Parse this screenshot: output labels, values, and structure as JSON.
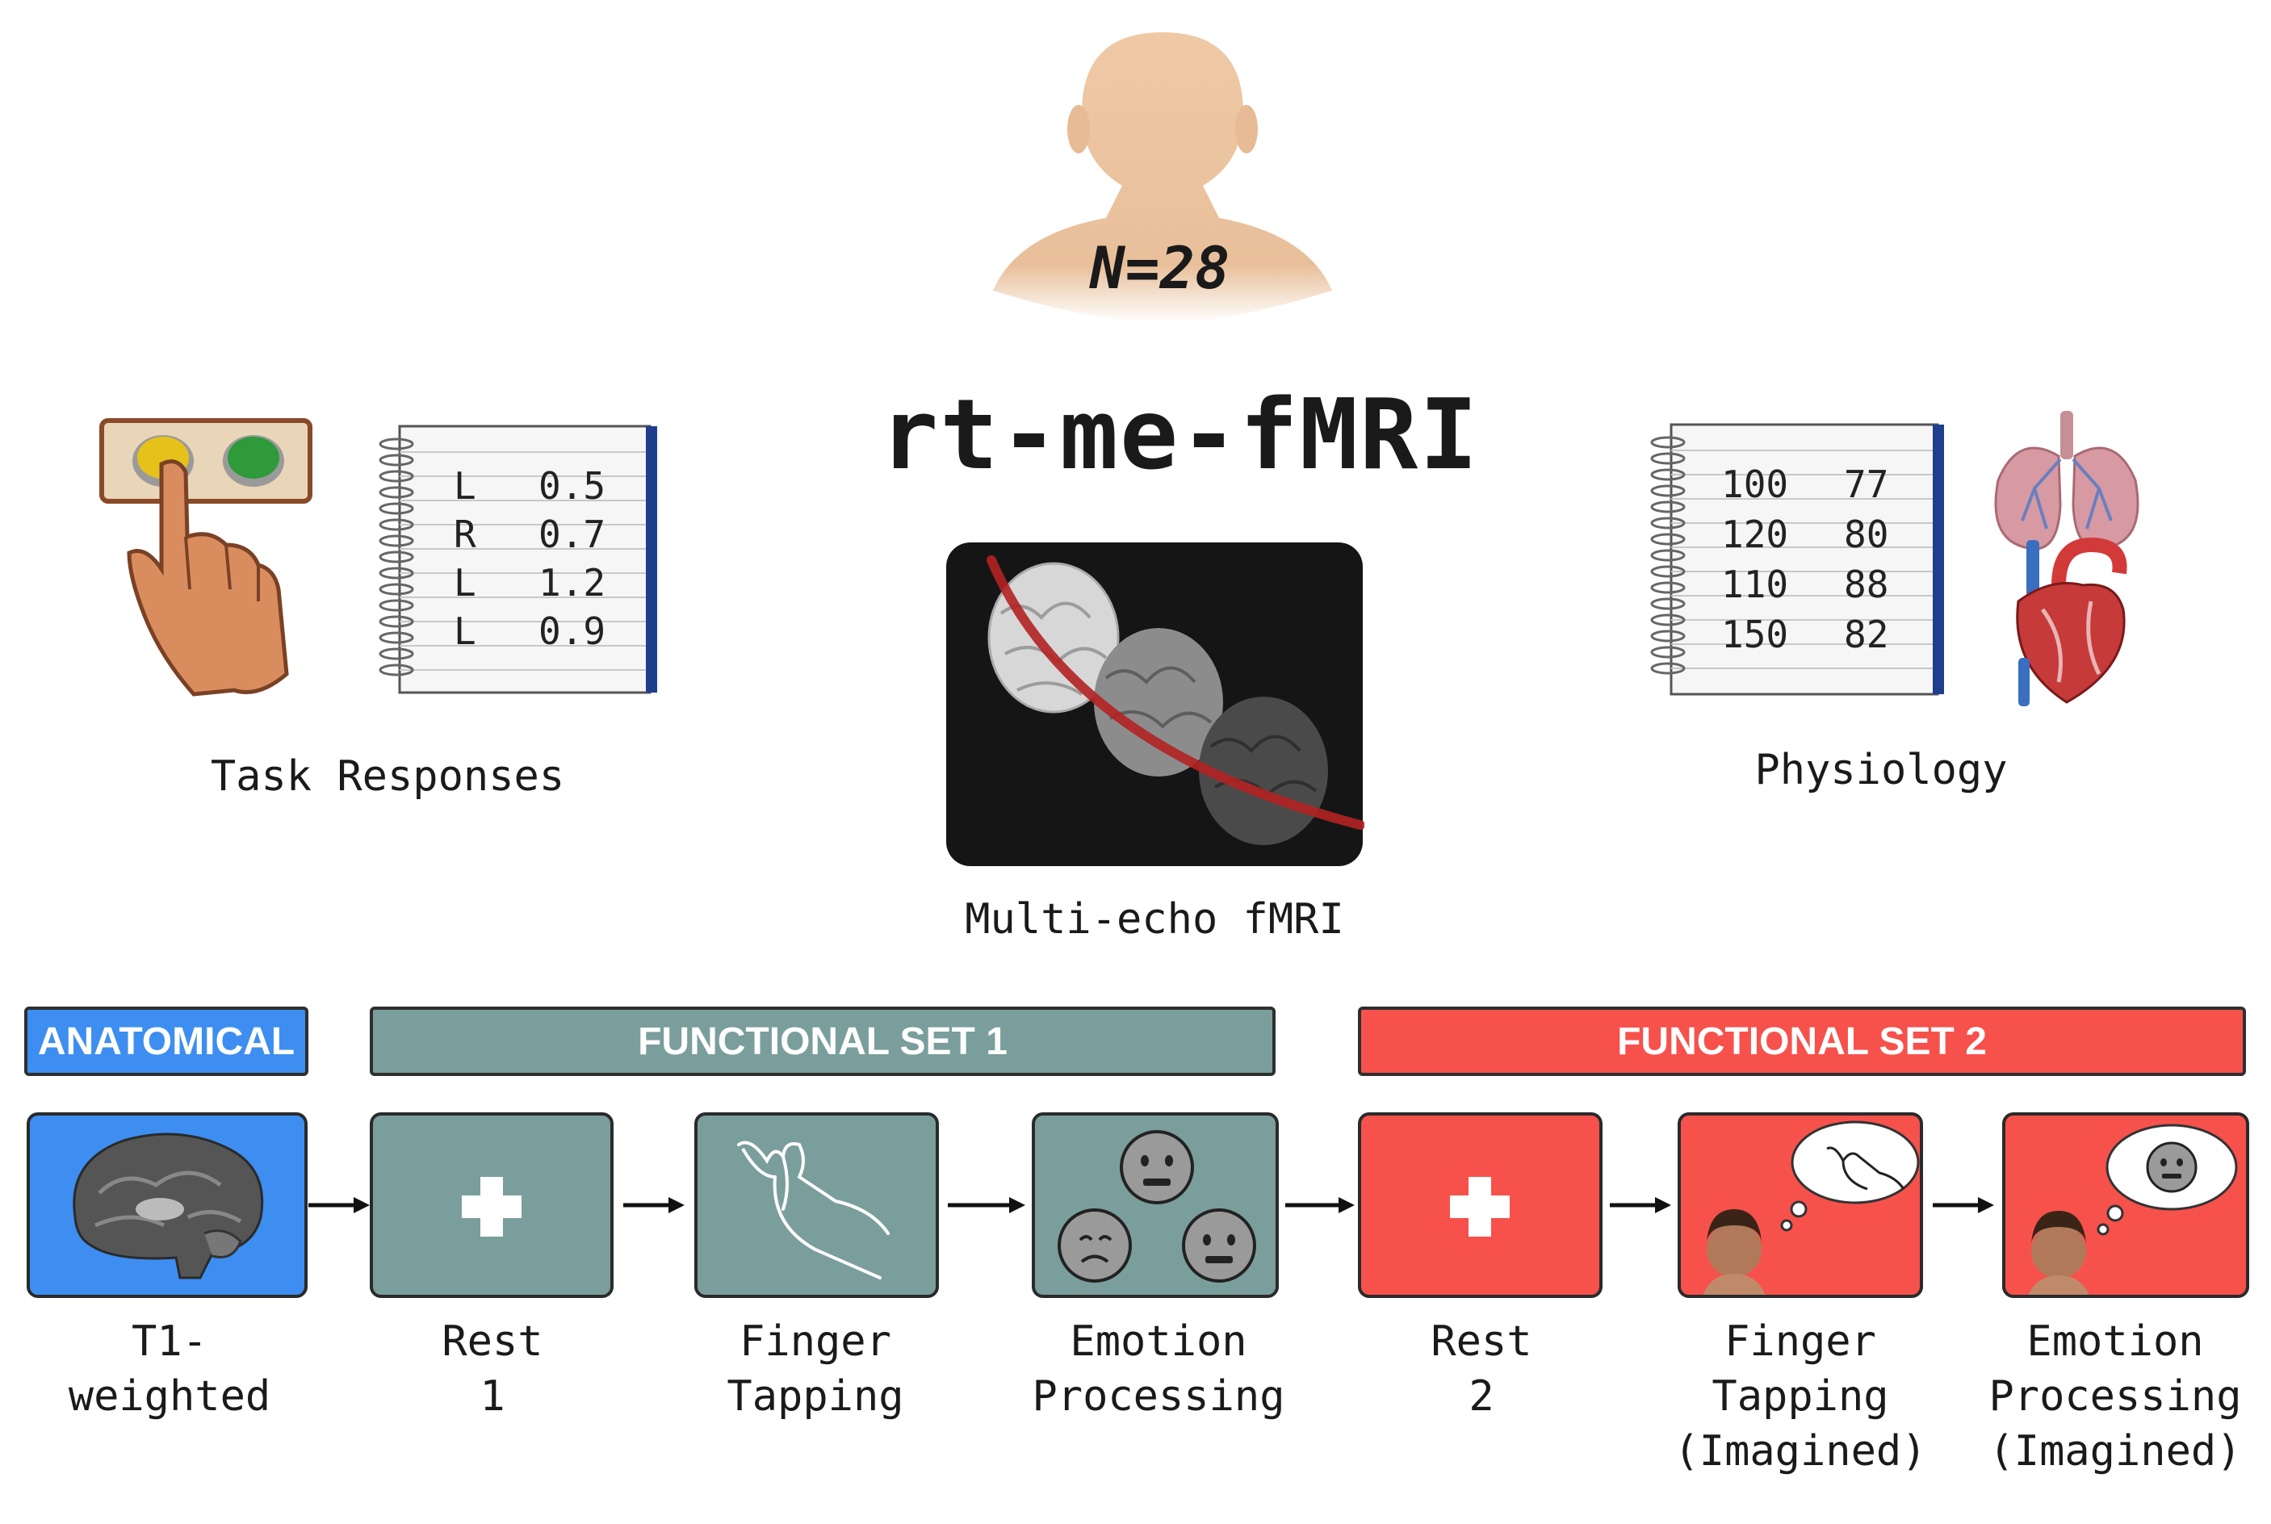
{
  "header": {
    "participants_label": "N=28",
    "title": "rt-me-fMRI"
  },
  "left_panel": {
    "caption": "Task Responses",
    "log_rows": [
      {
        "key": "L",
        "value": "0.5"
      },
      {
        "key": "R",
        "value": "0.7"
      },
      {
        "key": "L",
        "value": "1.2"
      },
      {
        "key": "L",
        "value": "0.9"
      }
    ]
  },
  "center_panel": {
    "caption": "Multi-echo fMRI"
  },
  "right_panel": {
    "caption": "Physiology",
    "log_rows": [
      {
        "a": "100",
        "b": "77"
      },
      {
        "a": "120",
        "b": "80"
      },
      {
        "a": "110",
        "b": "88"
      },
      {
        "a": "150",
        "b": "82"
      }
    ]
  },
  "sessions": {
    "anatomical": "ANATOMICAL",
    "functional_set_1": "FUNCTIONAL SET 1",
    "functional_set_2": "FUNCTIONAL SET 2"
  },
  "steps": [
    {
      "label": "T1-\nweighted"
    },
    {
      "label": "Rest\n1"
    },
    {
      "label": "Finger\nTapping"
    },
    {
      "label": "Emotion\nProcessing"
    },
    {
      "label": "Rest\n2"
    },
    {
      "label": "Finger\nTapping\n(Imagined)"
    },
    {
      "label": "Emotion\nProcessing\n(Imagined)"
    }
  ],
  "colors": {
    "anatomical": "#3d8ef0",
    "functional_set_1": "#7a9e9c",
    "functional_set_2": "#f7514c"
  }
}
